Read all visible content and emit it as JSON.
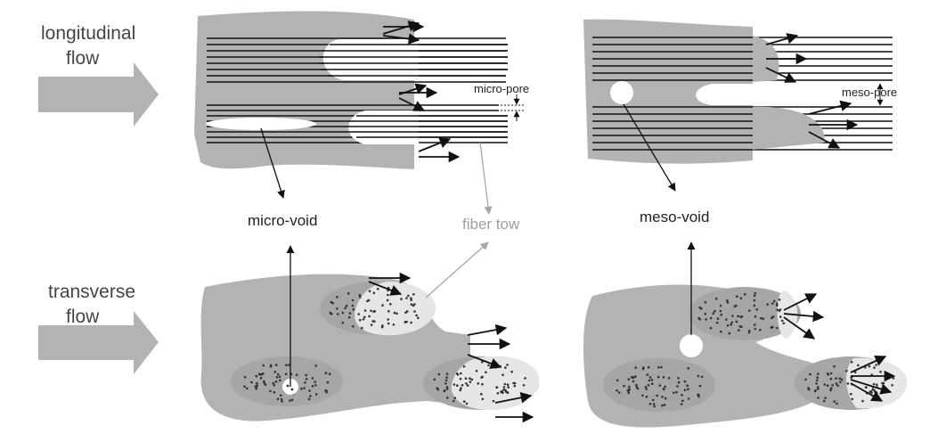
{
  "flow_labels": {
    "longitudinal_1": "longitudinal",
    "longitudinal_2": "flow",
    "transverse_1": "transverse",
    "transverse_2": "flow"
  },
  "labels": {
    "micro_pore": "micro-pore",
    "meso_pore": "meso-pore",
    "micro_void": "micro-void",
    "fiber_tow": "fiber tow",
    "meso_void": "meso-void"
  },
  "colors": {
    "matrix": "#b3b3b3",
    "tow_dark": "#a7a7a7",
    "tow_light": "#e6e6e6",
    "arrow_big": "#b3b3b3",
    "leader_grey": "#a6a6a6",
    "line": "#111111"
  }
}
